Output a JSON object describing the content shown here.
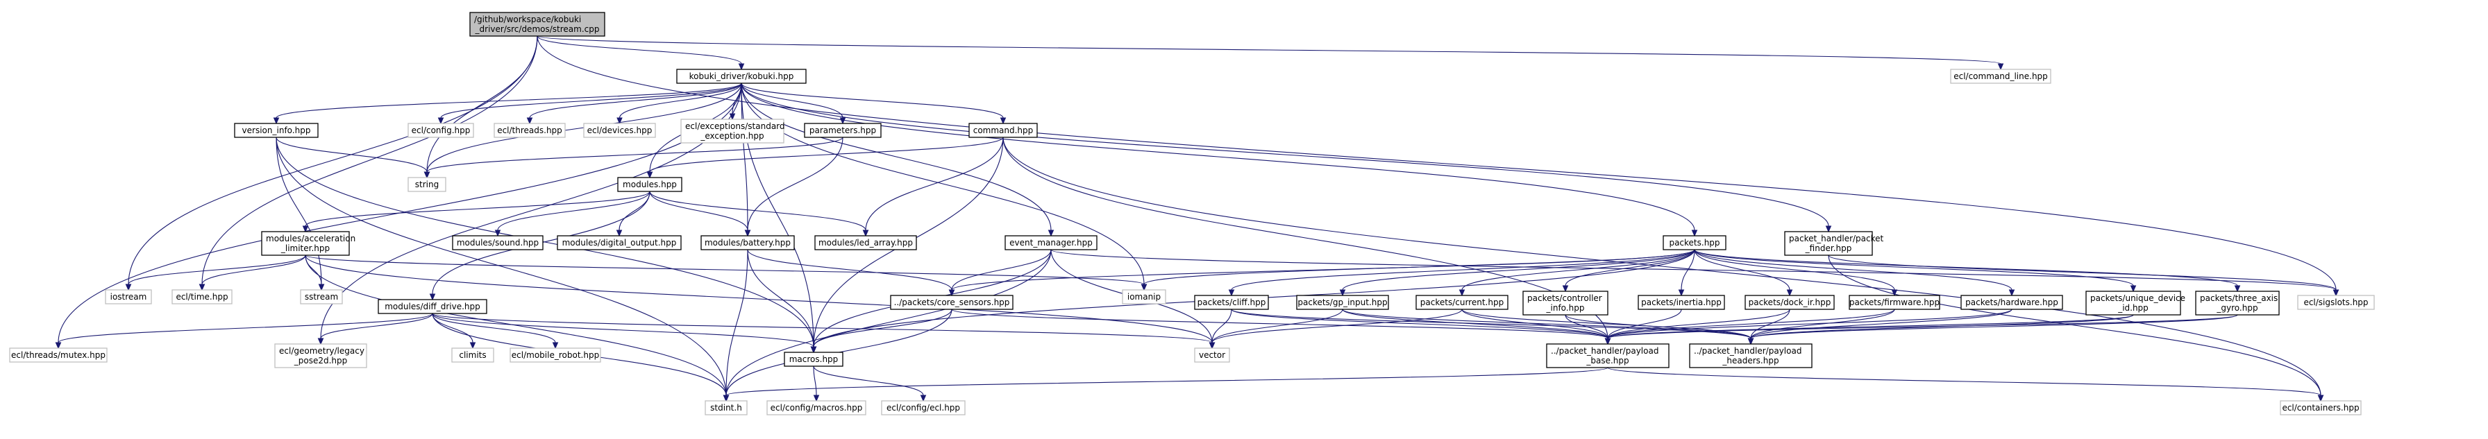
{
  "colors": {
    "edge": "#191970",
    "border": "#000000",
    "ext_border": "#bfbfbf",
    "root_fill": "#bfbfbf",
    "background": "#ffffff"
  },
  "nodes": [
    {
      "id": "root",
      "lines": [
        "/github/workspace/kobuki",
        "_driver/src/demos/stream.cpp"
      ],
      "kind": "root"
    },
    {
      "id": "kobuki",
      "lines": [
        "kobuki_driver/kobuki.hpp"
      ],
      "kind": "link"
    },
    {
      "id": "cmdline",
      "lines": [
        "ecl/command_line.hpp"
      ],
      "kind": "ext"
    },
    {
      "id": "version",
      "lines": [
        "version_info.hpp"
      ],
      "kind": "link"
    },
    {
      "id": "eclconfig",
      "lines": [
        "ecl/config.hpp"
      ],
      "kind": "ext"
    },
    {
      "id": "eclthreads",
      "lines": [
        "ecl/threads.hpp"
      ],
      "kind": "ext"
    },
    {
      "id": "ecldevices",
      "lines": [
        "ecl/devices.hpp"
      ],
      "kind": "ext"
    },
    {
      "id": "eclexc",
      "lines": [
        "ecl/exceptions/standard",
        "_exception.hpp"
      ],
      "kind": "ext"
    },
    {
      "id": "parameters",
      "lines": [
        "parameters.hpp"
      ],
      "kind": "link"
    },
    {
      "id": "command",
      "lines": [
        "command.hpp"
      ],
      "kind": "link"
    },
    {
      "id": "string",
      "lines": [
        "string"
      ],
      "kind": "ext"
    },
    {
      "id": "modules",
      "lines": [
        "modules.hpp"
      ],
      "kind": "link"
    },
    {
      "id": "modaccel",
      "lines": [
        "modules/acceleration",
        "_limiter.hpp"
      ],
      "kind": "link"
    },
    {
      "id": "modsound",
      "lines": [
        "modules/sound.hpp"
      ],
      "kind": "link"
    },
    {
      "id": "moddigout",
      "lines": [
        "modules/digital_output.hpp"
      ],
      "kind": "link"
    },
    {
      "id": "modbattery",
      "lines": [
        "modules/battery.hpp"
      ],
      "kind": "link"
    },
    {
      "id": "modled",
      "lines": [
        "modules/led_array.hpp"
      ],
      "kind": "link"
    },
    {
      "id": "eventmgr",
      "lines": [
        "event_manager.hpp"
      ],
      "kind": "link"
    },
    {
      "id": "packets",
      "lines": [
        "packets.hpp"
      ],
      "kind": "link"
    },
    {
      "id": "pktfinder",
      "lines": [
        "packet_handler/packet",
        "_finder.hpp"
      ],
      "kind": "link"
    },
    {
      "id": "iostream",
      "lines": [
        "iostream"
      ],
      "kind": "ext"
    },
    {
      "id": "ecltime",
      "lines": [
        "ecl/time.hpp"
      ],
      "kind": "ext"
    },
    {
      "id": "sstream",
      "lines": [
        "sstream"
      ],
      "kind": "ext"
    },
    {
      "id": "iomanip",
      "lines": [
        "iomanip"
      ],
      "kind": "ext"
    },
    {
      "id": "coresensors",
      "lines": [
        "../packets/core_sensors.hpp"
      ],
      "kind": "link"
    },
    {
      "id": "moddiff",
      "lines": [
        "modules/diff_drive.hpp"
      ],
      "kind": "link"
    },
    {
      "id": "pcliff",
      "lines": [
        "packets/cliff.hpp"
      ],
      "kind": "link"
    },
    {
      "id": "pgpinput",
      "lines": [
        "packets/gp_input.hpp"
      ],
      "kind": "link"
    },
    {
      "id": "pcurrent",
      "lines": [
        "packets/current.hpp"
      ],
      "kind": "link"
    },
    {
      "id": "pcontroller",
      "lines": [
        "packets/controller",
        "_info.hpp"
      ],
      "kind": "link"
    },
    {
      "id": "pinertia",
      "lines": [
        "packets/inertia.hpp"
      ],
      "kind": "link"
    },
    {
      "id": "pdockir",
      "lines": [
        "packets/dock_ir.hpp"
      ],
      "kind": "link"
    },
    {
      "id": "pfirmware",
      "lines": [
        "packets/firmware.hpp"
      ],
      "kind": "link"
    },
    {
      "id": "phardware",
      "lines": [
        "packets/hardware.hpp"
      ],
      "kind": "link"
    },
    {
      "id": "punique",
      "lines": [
        "packets/unique_device",
        "_id.hpp"
      ],
      "kind": "link"
    },
    {
      "id": "pthreeaxis",
      "lines": [
        "packets/three_axis",
        "_gyro.hpp"
      ],
      "kind": "link"
    },
    {
      "id": "sigslots",
      "lines": [
        "ecl/sigslots.hpp"
      ],
      "kind": "ext"
    },
    {
      "id": "mutex",
      "lines": [
        "ecl/threads/mutex.hpp"
      ],
      "kind": "ext"
    },
    {
      "id": "pose2d",
      "lines": [
        "ecl/geometry/legacy",
        "_pose2d.hpp"
      ],
      "kind": "ext"
    },
    {
      "id": "climits",
      "lines": [
        "climits"
      ],
      "kind": "ext"
    },
    {
      "id": "mobilerobot",
      "lines": [
        "ecl/mobile_robot.hpp"
      ],
      "kind": "ext"
    },
    {
      "id": "vector",
      "lines": [
        "vector"
      ],
      "kind": "ext"
    },
    {
      "id": "macros",
      "lines": [
        "macros.hpp"
      ],
      "kind": "link"
    },
    {
      "id": "payloadbase",
      "lines": [
        "../packet_handler/payload",
        "_base.hpp"
      ],
      "kind": "link"
    },
    {
      "id": "payloadheaders",
      "lines": [
        "../packet_handler/payload",
        "_headers.hpp"
      ],
      "kind": "link"
    },
    {
      "id": "stdint",
      "lines": [
        "stdint.h"
      ],
      "kind": "ext"
    },
    {
      "id": "eclmacros",
      "lines": [
        "ecl/config/macros.hpp"
      ],
      "kind": "ext"
    },
    {
      "id": "ecleclh",
      "lines": [
        "ecl/config/ecl.hpp"
      ],
      "kind": "ext"
    },
    {
      "id": "containers",
      "lines": [
        "ecl/containers.hpp"
      ],
      "kind": "ext"
    }
  ]
}
